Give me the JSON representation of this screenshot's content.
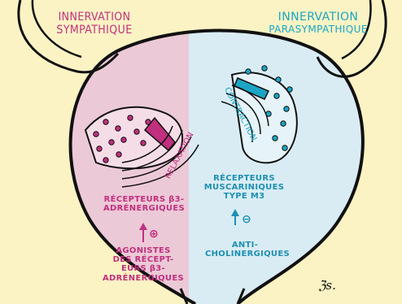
{
  "colors": {
    "background": "#fbf3c4",
    "left_half": "#ecc9d7",
    "right_half": "#d9ecf4",
    "pink_accent": "#c0307e",
    "teal_accent": "#1aa5c4",
    "outline": "#111111"
  },
  "left": {
    "title_line1": "INNERVATION",
    "title_line2": "SYMPATHIQUE",
    "action": "RELAXATION",
    "receptor_line1": "RÉCEPTEURS β3-",
    "receptor_line2": "ADRÉNERGIQUES",
    "effect_sign": "⊕",
    "drug_line1": "AGONISTES",
    "drug_line2": "DES RÉCEPT-",
    "drug_line3": "EURS β3-",
    "drug_line4": "ADRÉNERGIQUES"
  },
  "right": {
    "title_line1": "INNERVATION",
    "title_line2": "PARASYMPATHIQUE",
    "action": "CONTRACTION",
    "receptor_line1": "RÉCEPTEURS",
    "receptor_line2": "MUSCARINIQUES",
    "receptor_line3": "TYPE M3",
    "effect_sign": "⊖",
    "drug_line1": "ANTI-",
    "drug_line2": "CHOLINERGIQUES"
  },
  "signature": "ℨs."
}
